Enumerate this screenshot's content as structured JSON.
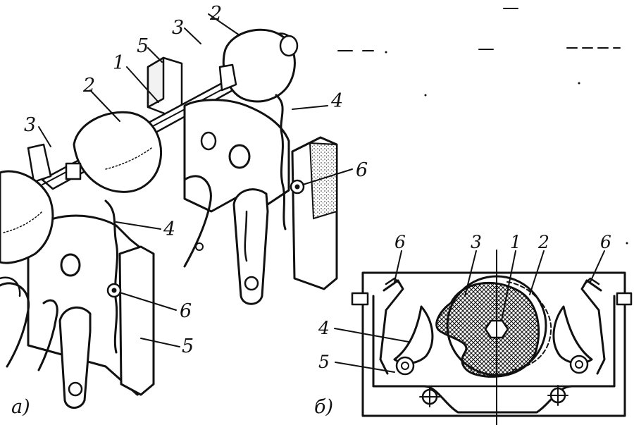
{
  "panels": [
    {
      "id": "a",
      "caption": "a)",
      "labels": [
        "1",
        "2",
        "2",
        "3",
        "3",
        "4",
        "4",
        "5",
        "5",
        "6",
        "6"
      ]
    },
    {
      "id": "b",
      "caption": "б)",
      "labels": [
        "6",
        "3",
        "1",
        "2",
        "6",
        "4",
        "5"
      ]
    }
  ],
  "ink_color": "#111111",
  "paper_color": "#ffffff"
}
